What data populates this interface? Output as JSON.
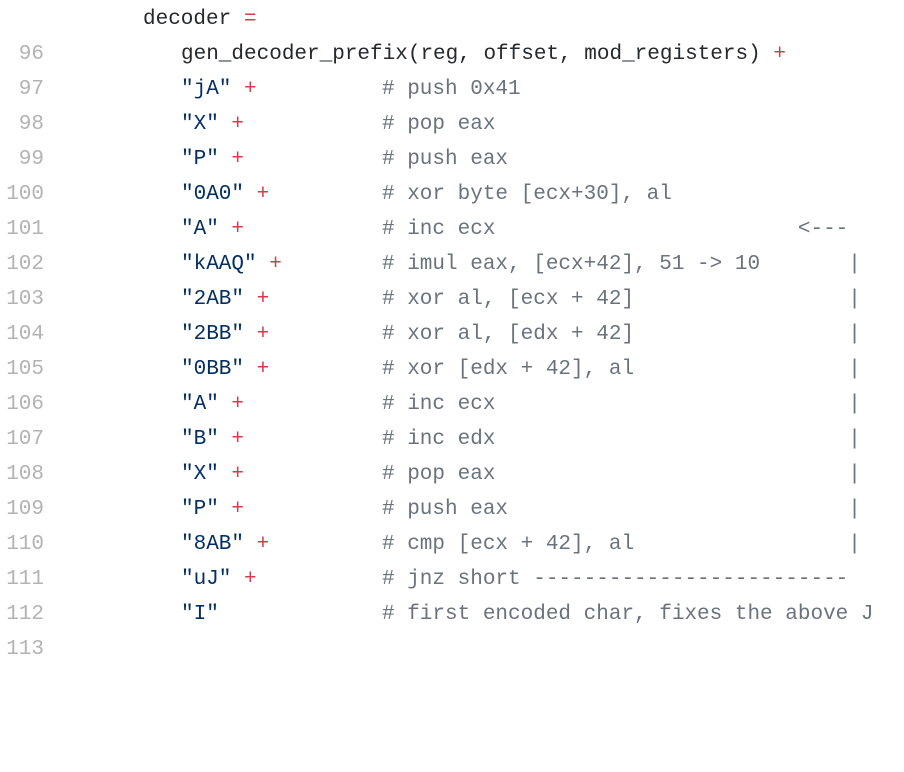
{
  "colors": {
    "background": "#ffffff",
    "line_number": "#b3b3b3",
    "plain": "#24292e",
    "string": "#032f62",
    "operator": "#d73a49",
    "comment": "#6a737d"
  },
  "lines": [
    {
      "num": "96",
      "code": "decoder",
      "op": "=",
      "comment": ""
    },
    {
      "num": "97",
      "code": "gen_decoder_prefix(reg, offset, mod_registers)",
      "op": "+",
      "comment": ""
    },
    {
      "num": "98",
      "code": "\"jA\"",
      "op": "+",
      "comment": "# push 0x41"
    },
    {
      "num": "99",
      "code": "\"X\"",
      "op": "+",
      "comment": "# pop eax"
    },
    {
      "num": "100",
      "code": "\"P\"",
      "op": "+",
      "comment": "# push eax"
    },
    {
      "num": "101",
      "code": "\"0A0\"",
      "op": "+",
      "comment": "# xor byte [ecx+30], al"
    },
    {
      "num": "102",
      "code": "\"A\"",
      "op": "+",
      "comment": "# inc ecx                        <---"
    },
    {
      "num": "103",
      "code": "\"kAAQ\"",
      "op": "+",
      "comment": "# imul eax, [ecx+42], 51 -> 10       |"
    },
    {
      "num": "104",
      "code": "\"2AB\"",
      "op": "+",
      "comment": "# xor al, [ecx + 42]                 |"
    },
    {
      "num": "105",
      "code": "\"2BB\"",
      "op": "+",
      "comment": "# xor al, [edx + 42]                 |"
    },
    {
      "num": "106",
      "code": "\"0BB\"",
      "op": "+",
      "comment": "# xor [edx + 42], al                 |"
    },
    {
      "num": "107",
      "code": "\"A\"",
      "op": "+",
      "comment": "# inc ecx                            |"
    },
    {
      "num": "108",
      "code": "\"B\"",
      "op": "+",
      "comment": "# inc edx                            |"
    },
    {
      "num": "109",
      "code": "\"X\"",
      "op": "+",
      "comment": "# pop eax                            |"
    },
    {
      "num": "110",
      "code": "\"P\"",
      "op": "+",
      "comment": "# push eax                           |"
    },
    {
      "num": "111",
      "code": "\"8AB\"",
      "op": "+",
      "comment": "# cmp [ecx + 42], al                 |"
    },
    {
      "num": "112",
      "code": "\"uJ\"",
      "op": "+",
      "comment": "# jnz short -------------------------"
    },
    {
      "num": "113",
      "code": "\"I\"",
      "op": "",
      "comment": "# first encoded char, fixes the above J"
    }
  ]
}
